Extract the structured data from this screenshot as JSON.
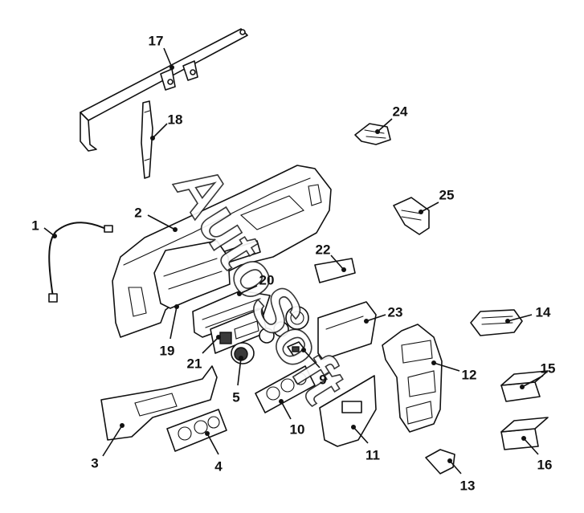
{
  "watermark": "AutoSoft",
  "parts": [
    {
      "id": "p1",
      "number": "1"
    },
    {
      "id": "p2",
      "number": "2"
    },
    {
      "id": "p3",
      "number": "3"
    },
    {
      "id": "p4",
      "number": "4"
    },
    {
      "id": "p5",
      "number": "5"
    },
    {
      "id": "p9",
      "number": "9"
    },
    {
      "id": "p10",
      "number": "10"
    },
    {
      "id": "p11",
      "number": "11"
    },
    {
      "id": "p12",
      "number": "12"
    },
    {
      "id": "p13",
      "number": "13"
    },
    {
      "id": "p14",
      "number": "14"
    },
    {
      "id": "p15",
      "number": "15"
    },
    {
      "id": "p16",
      "number": "16"
    },
    {
      "id": "p17",
      "number": "17"
    },
    {
      "id": "p18",
      "number": "18"
    },
    {
      "id": "p19",
      "number": "19"
    },
    {
      "id": "p20",
      "number": "20"
    },
    {
      "id": "p21",
      "number": "21"
    },
    {
      "id": "p22",
      "number": "22"
    },
    {
      "id": "p23",
      "number": "23"
    },
    {
      "id": "p24",
      "number": "24"
    },
    {
      "id": "p25",
      "number": "25"
    }
  ]
}
